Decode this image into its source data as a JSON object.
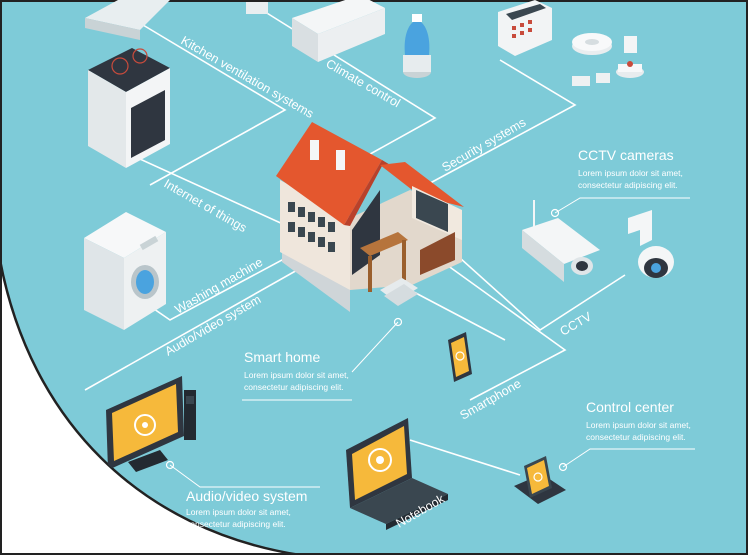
{
  "colors": {
    "background": "#7ecbd8",
    "line": "#ffffff",
    "roof": "#e4572e",
    "screen": "#f6b93b",
    "dark": "#2f3640"
  },
  "connections": {
    "kitchen": "Kitchen ventilation systems",
    "climate": "Climate control",
    "security": "Security systems",
    "iot": "Internet of things",
    "washing": "Washing machine",
    "audio_video": "Audio/video system",
    "cctv": "CCTV",
    "smartphone": "Smartphone",
    "notebook": "Notebook"
  },
  "callouts": {
    "cctv": {
      "title": "CCTV cameras",
      "text1": "Lorem ipsum dolor sit amet,",
      "text2": "consectetur adipiscing elit."
    },
    "smart_home": {
      "title": "Smart home",
      "text1": "Lorem ipsum dolor sit amet,",
      "text2": "consectetur adipiscing elit."
    },
    "control_center": {
      "title": "Control center",
      "text1": "Lorem ipsum dolor sit amet,",
      "text2": "consectetur adipiscing elit."
    },
    "audio_video": {
      "title": "Audio/video system",
      "text1": "Lorem ipsum dolor sit amet,",
      "text2": "consectetur adipiscing elit."
    }
  }
}
